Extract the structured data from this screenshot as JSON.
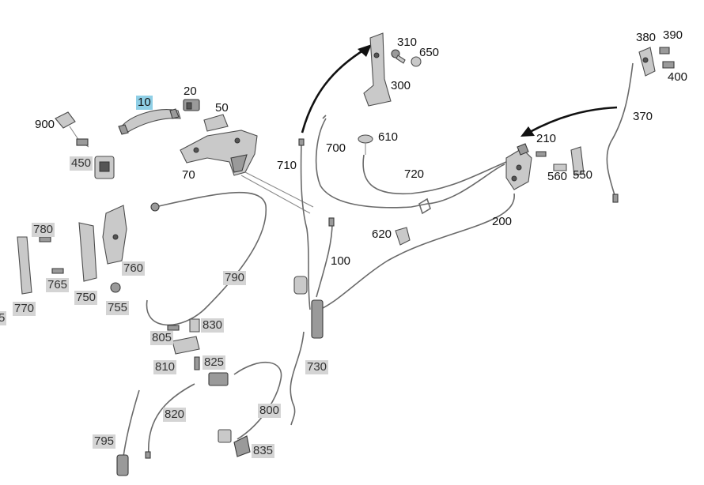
{
  "diagram": {
    "selected": "10",
    "labels": [
      {
        "id": "10",
        "text": "10",
        "style": "sel"
      },
      {
        "id": "20",
        "text": "20",
        "style": "plain"
      },
      {
        "id": "50",
        "text": "50",
        "style": "plain"
      },
      {
        "id": "70",
        "text": "70",
        "style": "plain"
      },
      {
        "id": "100",
        "text": "100",
        "style": "plain"
      },
      {
        "id": "200",
        "text": "200",
        "style": "plain"
      },
      {
        "id": "210",
        "text": "210",
        "style": "plain"
      },
      {
        "id": "300",
        "text": "300",
        "style": "plain"
      },
      {
        "id": "310",
        "text": "310",
        "style": "plain"
      },
      {
        "id": "370",
        "text": "370",
        "style": "plain"
      },
      {
        "id": "380",
        "text": "380",
        "style": "plain"
      },
      {
        "id": "390",
        "text": "390",
        "style": "plain"
      },
      {
        "id": "400",
        "text": "400",
        "style": "plain"
      },
      {
        "id": "450",
        "text": "450",
        "style": "gray"
      },
      {
        "id": "550",
        "text": "550",
        "style": "plain"
      },
      {
        "id": "560",
        "text": "560",
        "style": "plain"
      },
      {
        "id": "610",
        "text": "610",
        "style": "plain"
      },
      {
        "id": "620",
        "text": "620",
        "style": "plain"
      },
      {
        "id": "650",
        "text": "650",
        "style": "plain"
      },
      {
        "id": "700",
        "text": "700",
        "style": "plain"
      },
      {
        "id": "710",
        "text": "710",
        "style": "plain"
      },
      {
        "id": "720",
        "text": "720",
        "style": "plain"
      },
      {
        "id": "730",
        "text": "730",
        "style": "gray"
      },
      {
        "id": "750",
        "text": "750",
        "style": "gray"
      },
      {
        "id": "755",
        "text": "755",
        "style": "gray"
      },
      {
        "id": "760",
        "text": "760",
        "style": "gray"
      },
      {
        "id": "765",
        "text": "765",
        "style": "gray"
      },
      {
        "id": "770",
        "text": "770",
        "style": "gray"
      },
      {
        "id": "775",
        "text": "5",
        "style": "gray"
      },
      {
        "id": "780",
        "text": "780",
        "style": "gray"
      },
      {
        "id": "790",
        "text": "790",
        "style": "gray"
      },
      {
        "id": "795",
        "text": "795",
        "style": "gray"
      },
      {
        "id": "800",
        "text": "800",
        "style": "gray"
      },
      {
        "id": "805",
        "text": "805",
        "style": "gray"
      },
      {
        "id": "810",
        "text": "810",
        "style": "gray"
      },
      {
        "id": "820",
        "text": "820",
        "style": "gray"
      },
      {
        "id": "825",
        "text": "825",
        "style": "gray"
      },
      {
        "id": "830",
        "text": "830",
        "style": "gray"
      },
      {
        "id": "835",
        "text": "835",
        "style": "gray"
      },
      {
        "id": "900",
        "text": "900",
        "style": "plain"
      }
    ]
  }
}
